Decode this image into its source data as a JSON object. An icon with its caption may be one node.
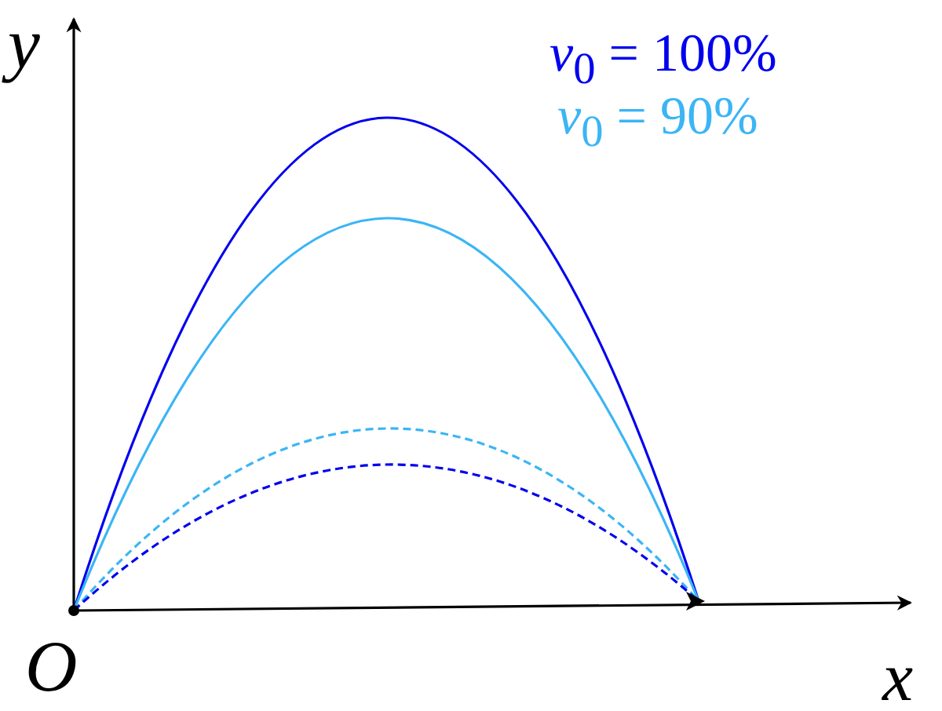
{
  "diagram": {
    "labels": [
      "y",
      "O",
      "x"
    ],
    "legend": [
      {
        "text": "*v*$_{0}$ = 100%",
        "color": "#0000ee"
      },
      {
        "text": "*v*$_{0}$ = 90%",
        "color": "#3bb5f5"
      }
    ]
  }
}
